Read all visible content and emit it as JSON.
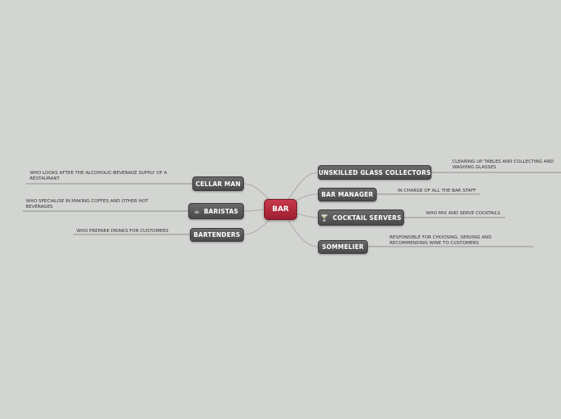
{
  "central": {
    "label": "BAR"
  },
  "right": [
    {
      "label": "UNSKILLED GLASS COLLECTORS",
      "note": "CLEARING UP TABLES AND COLLECTING AND WASHING GLASSES"
    },
    {
      "label": "BAR MANAGER",
      "note": "IN CHARGE OF ALL THE BAR STAFF"
    },
    {
      "label": "COCKTAIL SERVERS",
      "icon": "cocktail-glass-icon",
      "glyph": "🍸",
      "note": "WHO MIX AND SERVE COCKTAILS"
    },
    {
      "label": "SOMMELIER",
      "note": "RESPONSIBLE FOR CHOOSING, SERVING AND RECOMMENDING WINE TO CUSTOMERS"
    }
  ],
  "left": [
    {
      "label": "CELLAR MAN",
      "note": "WHO LOOKS AFTER THE ALCOHOLIC-BEVERAGE SUPPLY OF A RESTAURANT"
    },
    {
      "label": "BARISTAS",
      "icon": "coffee-cup-icon",
      "glyph": "☕",
      "note": "WHO SPECIALISE IN MAKING COFFES AND OTHER HOT BEVERAGES"
    },
    {
      "label": "BARTENDERS",
      "note": "WHO PREPARE DRINKS FOR CUSTOMERS"
    }
  ],
  "colors": {
    "central": "#b52a3e",
    "node": "#555555",
    "line": "#a9aaa8",
    "background": "#d3d5d2"
  }
}
